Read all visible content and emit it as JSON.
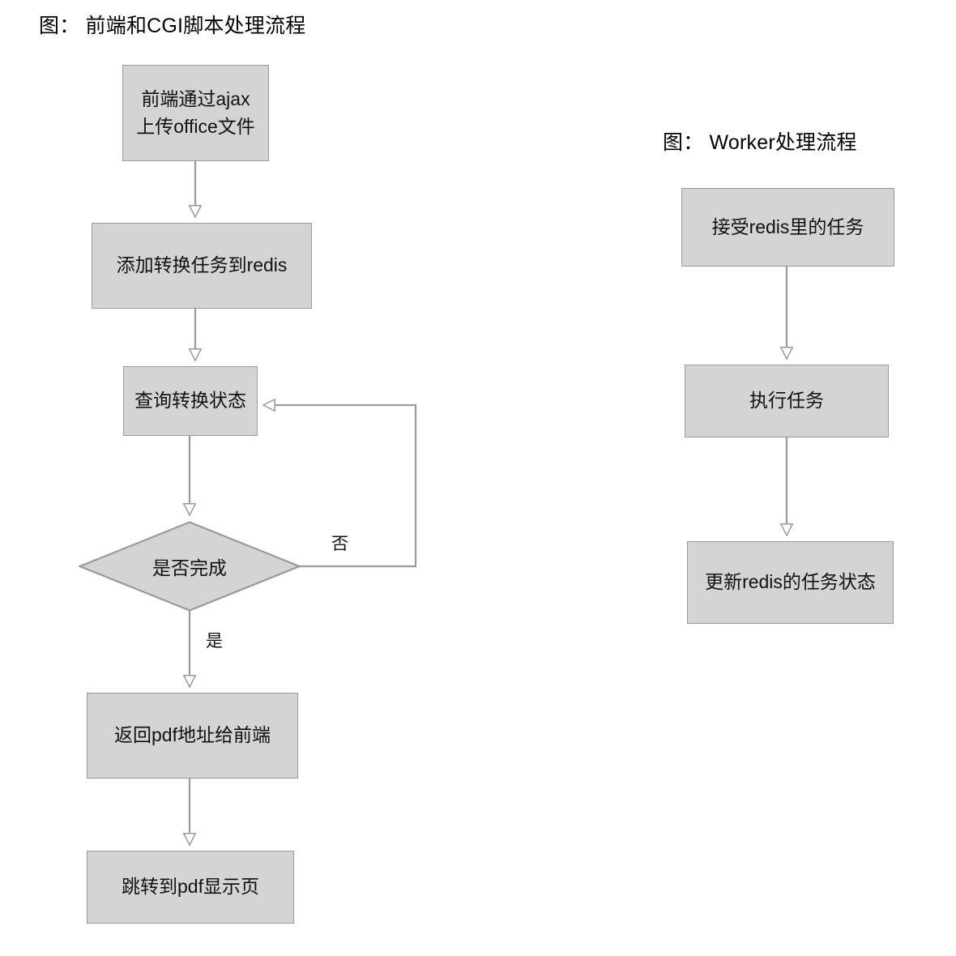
{
  "palette": {
    "node_fill": "#d4d4d4",
    "node_stroke": "#9a9a9a",
    "edge_stroke": "#9a9a9a",
    "text": "#111111",
    "background": "#ffffff"
  },
  "diagrams": [
    {
      "id": "frontend-cgi",
      "title": "图： 前端和CGI脚本处理流程",
      "nodes": [
        {
          "id": "upload",
          "shape": "rect",
          "label": "前端通过ajax\n上传office文件"
        },
        {
          "id": "add-task",
          "shape": "rect",
          "label": "添加转换任务到redis"
        },
        {
          "id": "query",
          "shape": "rect",
          "label": "查询转换状态"
        },
        {
          "id": "is-done",
          "shape": "diamond",
          "label": "是否完成"
        },
        {
          "id": "return-pdf",
          "shape": "rect",
          "label": "返回pdf地址给前端"
        },
        {
          "id": "goto-pdf",
          "shape": "rect",
          "label": "跳转到pdf显示页"
        }
      ],
      "edges": [
        {
          "from": "upload",
          "to": "add-task",
          "label": ""
        },
        {
          "from": "add-task",
          "to": "query",
          "label": ""
        },
        {
          "from": "query",
          "to": "is-done",
          "label": ""
        },
        {
          "from": "is-done",
          "to": "query",
          "label": "否"
        },
        {
          "from": "is-done",
          "to": "return-pdf",
          "label": "是"
        },
        {
          "from": "return-pdf",
          "to": "goto-pdf",
          "label": ""
        }
      ]
    },
    {
      "id": "worker",
      "title": "图： Worker处理流程",
      "nodes": [
        {
          "id": "accept-task",
          "shape": "rect",
          "label": "接受redis里的任务"
        },
        {
          "id": "run-task",
          "shape": "rect",
          "label": "执行任务"
        },
        {
          "id": "update-task",
          "shape": "rect",
          "label": "更新redis的任务状态"
        }
      ],
      "edges": [
        {
          "from": "accept-task",
          "to": "run-task",
          "label": ""
        },
        {
          "from": "run-task",
          "to": "update-task",
          "label": ""
        }
      ]
    }
  ]
}
